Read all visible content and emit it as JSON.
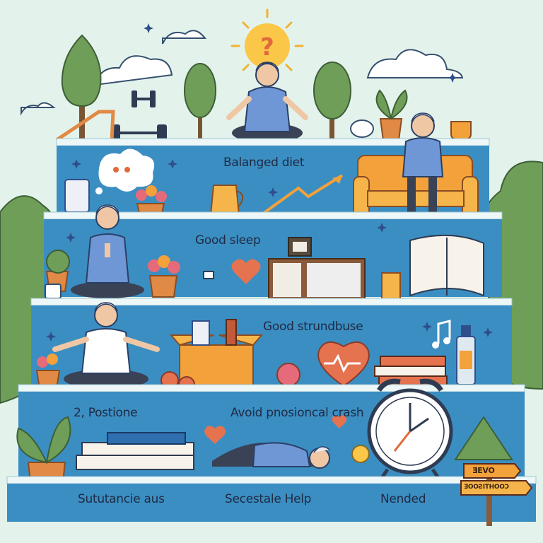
{
  "steps": [
    {
      "label": "Balanged diet"
    },
    {
      "label": "Good sleep"
    },
    {
      "label": "Good strundbuse"
    },
    {
      "label": "2, Postione"
    },
    {
      "label": "Avoid pnosioncal crash"
    }
  ],
  "bottom_labels": [
    "Sututancie aus",
    "Secestale Help",
    "Nended"
  ],
  "signpost": [
    "ƎEVO",
    "ƎOOƧITHOOƆ"
  ],
  "colors": {
    "background": "#e3f3ec",
    "step_front": "#3b8ec2",
    "step_top": "#eef7f7",
    "foliage": "#6f9e58",
    "pot": "#e08a45",
    "shirt": "#6f97d6",
    "accent_orange": "#f2a13b"
  }
}
